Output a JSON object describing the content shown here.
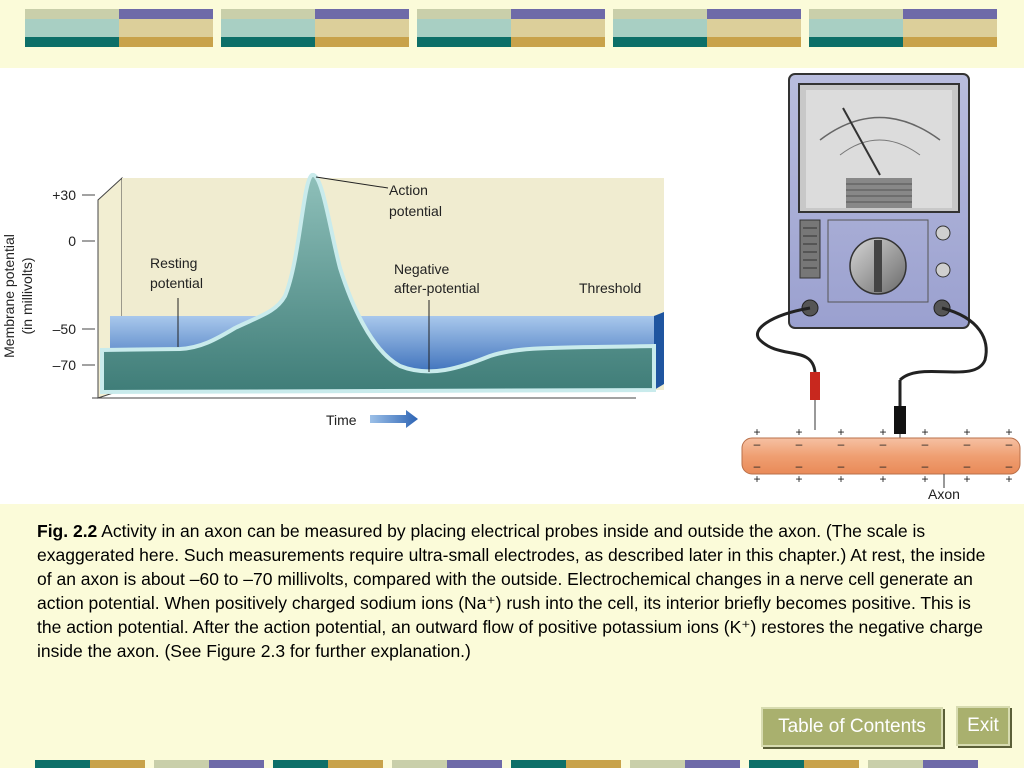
{
  "diagram": {
    "y_ticks": [
      "+30",
      "0",
      "–50",
      "–70"
    ],
    "y_axis_label_line1": "Membrane potential",
    "y_axis_label_line2": "(in millivolts)",
    "resting_label_line1": "Resting",
    "resting_label_line2": "potential",
    "action_label_line1": "Action",
    "action_label_line2": "potential",
    "negative_label_line1": "Negative",
    "negative_label_line2": "after-potential",
    "threshold_label": "Threshold",
    "time_label": "Time",
    "axon_label": "Axon",
    "plus_sign": "+",
    "minus_sign": "–"
  },
  "caption": {
    "fig_label": "Fig. 2.2",
    "text": " Activity in an axon can be measured by placing electrical probes inside and outside the axon. (The scale is exaggerated here. Such measurements require ultra-small electrodes, as described later in this chapter.) At rest, the inside of an axon is about –60 to –70 millivolts, compared with the outside. Electrochemical changes in a nerve cell generate an action potential. When positively charged sodium ions (Na⁺) rush into the cell, its interior briefly becomes positive. This is the action potential. After the action potential, an outward flow of positive potassium ions (K⁺) restores the  negative charge inside the axon. (See Figure 2.3 for further explanation.)"
  },
  "nav": {
    "toc_label": "Table of Contents",
    "exit_label": "Exit"
  },
  "colors": {
    "background": "#fbfbd9",
    "teal": "#0d6f68",
    "purple": "#6e6aa8",
    "gold": "#c8a24a",
    "button": "#a9b06e"
  }
}
